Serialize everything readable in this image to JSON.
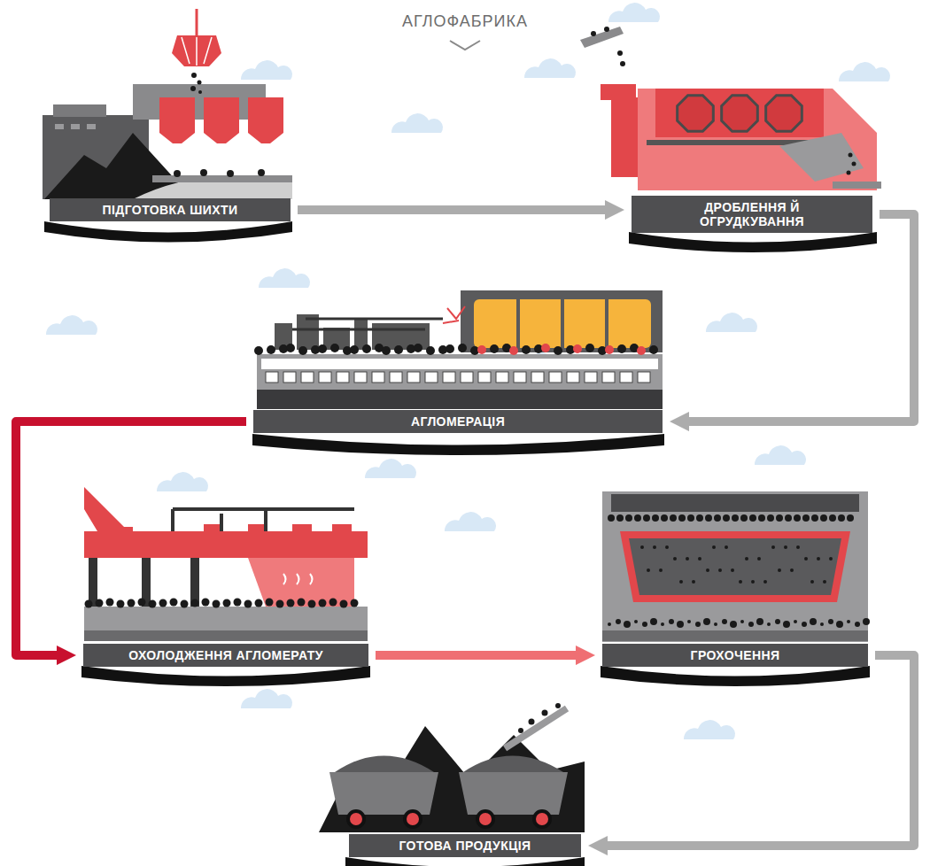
{
  "diagram": {
    "title": "АГЛОФАБРИКА",
    "nodes": [
      {
        "text": [
          "ПІДГОТОВКА ШИХТИ"
        ]
      },
      {
        "text": [
          "ДРОБЛЕННЯ Й ОГРУДКУВАННЯ"
        ]
      },
      {
        "text": [
          "АГЛОМЕРАЦІЯ"
        ]
      },
      {
        "text": [
          "ОХОЛОДЖЕННЯ АГЛОМЕРАТУ"
        ]
      },
      {
        "text": [
          "ГРОХОЧЕННЯ"
        ]
      },
      {
        "text": [
          "ГОТОВА ПРОДУКЦІЯ"
        ]
      }
    ],
    "edges": [
      {
        "from": 0,
        "to": 1,
        "arrow": "to"
      },
      {
        "from": 1,
        "to": 2,
        "arrow": "to"
      },
      {
        "from": 2,
        "to": 3,
        "arrow": "to"
      },
      {
        "from": 3,
        "to": 4,
        "arrow": "to"
      },
      {
        "from": 4,
        "to": 5,
        "arrow": "to"
      }
    ]
  }
}
